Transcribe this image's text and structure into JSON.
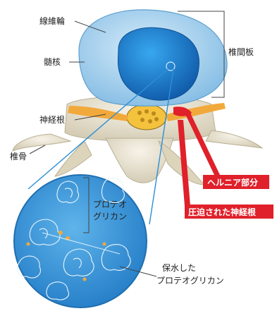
{
  "labels": {
    "annulus_fibrosus": "線維輪",
    "nucleus_pulposus": "髄核",
    "nerve_root": "神経根",
    "vertebra": "椎骨",
    "intervertebral_disc": "椎間板",
    "proteoglycan_line1": "プロテオ",
    "proteoglycan_line2": "グリカン",
    "hydrated_pg_line1": "保水した",
    "hydrated_pg_line2": "プロテオグリカン",
    "hernia_part": "ヘルニア部分",
    "compressed_nerve": "圧迫された神経根"
  },
  "colors": {
    "disc_outer": "#a9d4ef",
    "nucleus": "#1f7fd0",
    "nerve": "#f2a93b",
    "bone": "#ece6d4",
    "hernia_red": "#e0202a",
    "magnifier": "#2c8fd6"
  }
}
